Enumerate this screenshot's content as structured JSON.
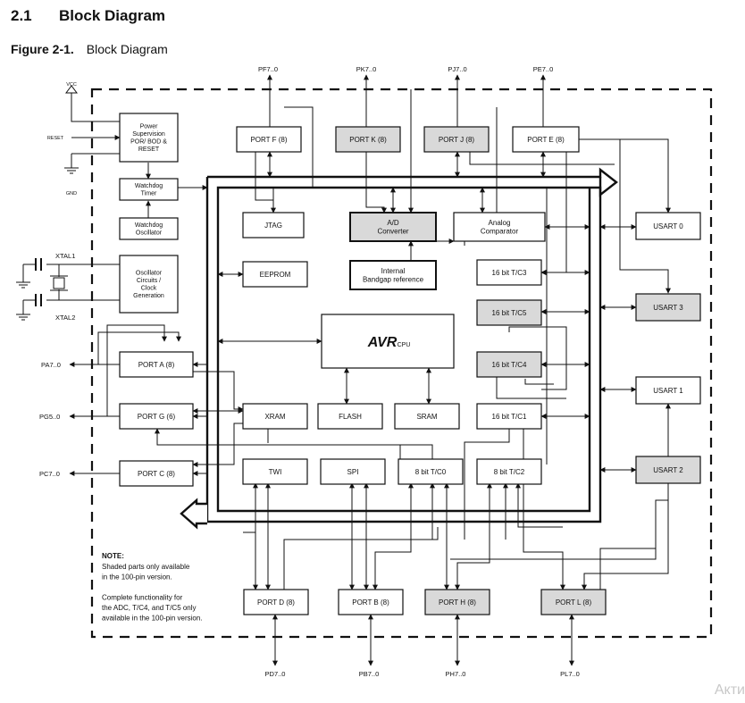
{
  "section": {
    "number": "2.1",
    "title": "Block Diagram"
  },
  "figure": {
    "label": "Figure 2-1.",
    "title": "Block Diagram"
  },
  "pins": {
    "pf": "PF7..0",
    "pk": "PK7..0",
    "pj": "PJ7..0",
    "pe": "PE7..0",
    "pa": "PA7..0",
    "pg": "PG5..0",
    "pc": "PC7..0",
    "pd": "PD7..0",
    "pb": "PB7..0",
    "ph": "PH7..0",
    "pl": "PL7..0",
    "vcc": "VCC",
    "reset": "RESET",
    "gnd": "GND",
    "xtal1": "XTAL1",
    "xtal2": "XTAL2"
  },
  "blocks": {
    "power": [
      "Power",
      "Supervision",
      "POR/ BOD &",
      "RESET"
    ],
    "watchdog_timer": [
      "Watchdog",
      "Timer"
    ],
    "watchdog_osc": [
      "Watchdog",
      "Oscillator"
    ],
    "osc": [
      "Oscillator",
      "Circuits /",
      "Clock",
      "Generation"
    ],
    "port_f": "PORT F (8)",
    "port_k": "PORT K (8)",
    "port_j": "PORT J (8)",
    "port_e": "PORT E (8)",
    "jtag": "JTAG",
    "adc": [
      "A/D",
      "Converter"
    ],
    "analog_comp": [
      "Analog",
      "Comparator"
    ],
    "eeprom": "EEPROM",
    "bandgap": [
      "Internal",
      "Bandgap reference"
    ],
    "tc3": "16 bit T/C3",
    "tc5": "16 bit T/C5",
    "tc4": "16 bit T/C4",
    "tc1": "16 bit T/C1",
    "cpu_logo": "AVR",
    "cpu_sub": "CPU",
    "port_a": "PORT A (8)",
    "port_g": "PORT G (6)",
    "port_c": "PORT C (8)",
    "xram": "XRAM",
    "flash": "FLASH",
    "sram": "SRAM",
    "twi": "TWI",
    "spi": "SPI",
    "tc0": "8 bit T/C0",
    "tc2": "8 bit T/C2",
    "usart0": "USART 0",
    "usart3": "USART 3",
    "usart1": "USART 1",
    "usart2": "USART 2",
    "port_d": "PORT D (8)",
    "port_b": "PORT B (8)",
    "port_h": "PORT H (8)",
    "port_l": "PORT L (8)"
  },
  "note": {
    "title": "NOTE:",
    "lines": [
      "Shaded parts only available",
      "in the 100-pin version.",
      "",
      "Complete functionality for",
      "the ADC, T/C4, and T/C5 only",
      "available in the 100-pin version."
    ]
  },
  "watermark": "Акти",
  "colors": {
    "shaded": "#d9d9d9",
    "line": "#111111",
    "background": "#ffffff"
  }
}
